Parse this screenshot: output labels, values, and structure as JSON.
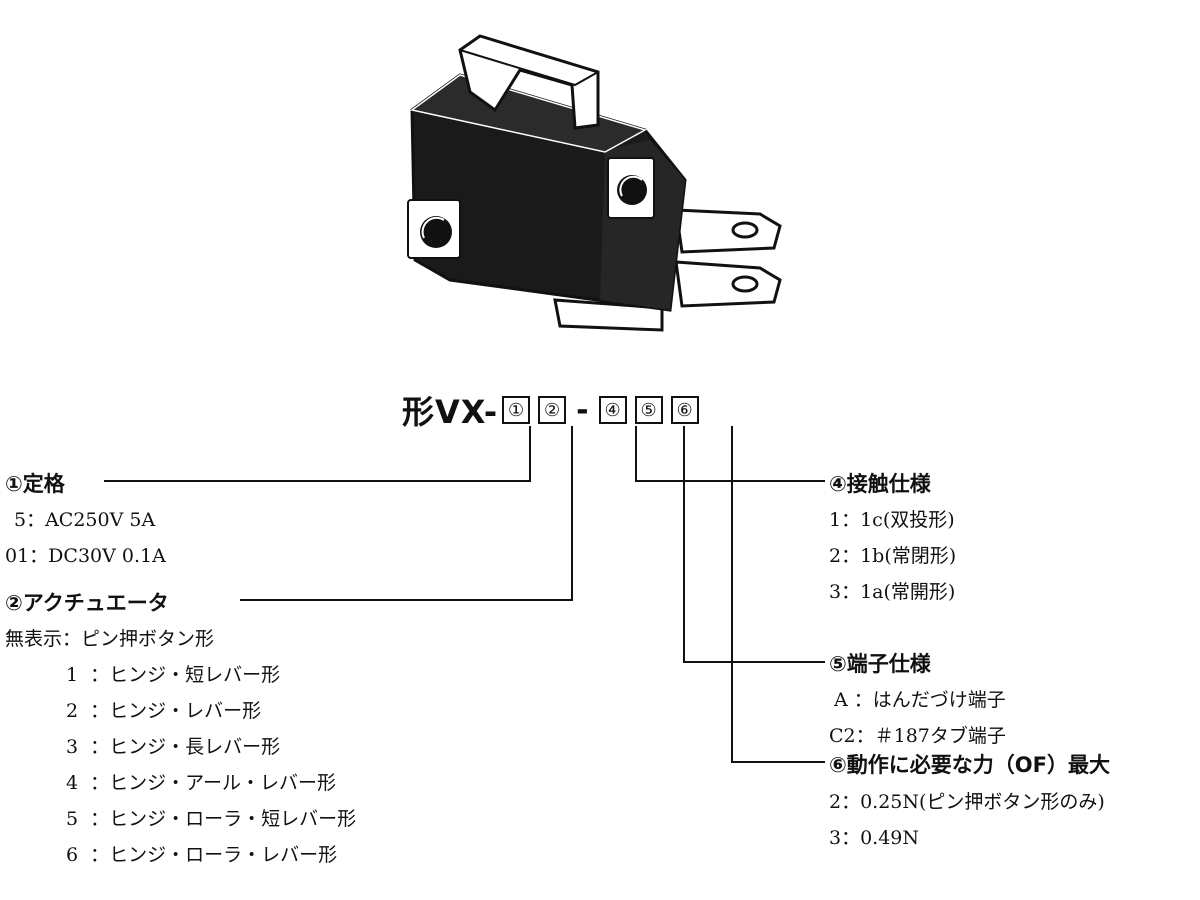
{
  "model": {
    "prefix": "形VX-",
    "separator": "-",
    "boxes": [
      "①",
      "②",
      "④",
      "⑤",
      "⑥"
    ]
  },
  "sections": {
    "rating": {
      "heading": "①定格",
      "items": [
        "5：AC250V  5A",
        "01：DC30V  0.1A"
      ]
    },
    "actuator": {
      "heading": "②アクチュエータ",
      "items": [
        "無表示：ピン押ボタン形",
        "1  ：ヒンジ・短レバー形",
        "2  ：ヒンジ・レバー形",
        "3  ：ヒンジ・長レバー形",
        "4  ：ヒンジ・アール・レバー形",
        "5  ：ヒンジ・ローラ・短レバー形",
        "6  ：ヒンジ・ローラ・レバー形"
      ]
    },
    "contact": {
      "heading": "④接触仕様",
      "items": [
        "1：1c(双投形)",
        "2：1b(常閉形)",
        "3：1a(常開形)"
      ]
    },
    "terminal": {
      "heading": "⑤端子仕様",
      "items": [
        "A ：はんだづけ端子",
        "C2：＃187タブ端子"
      ]
    },
    "force": {
      "heading": "⑥動作に必要な力（OF）最大",
      "items": [
        "2：0.25N(ピン押ボタン形のみ)",
        "3：0.49N"
      ]
    }
  },
  "colors": {
    "ink": "#111111",
    "switch_body": "#1a1a1a",
    "background": "#ffffff"
  }
}
